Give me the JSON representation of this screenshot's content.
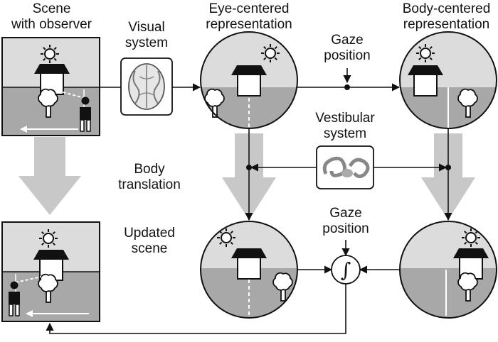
{
  "labels": {
    "scene_l1": "Scene",
    "scene_l2": "with observer",
    "visual_l1": "Visual",
    "visual_l2": "system",
    "eye_l1": "Eye-centered",
    "eye_l2": "representation",
    "body_l1": "Body-centered",
    "body_l2": "representation",
    "gaze_top_l1": "Gaze",
    "gaze_top_l2": "position",
    "vest_l1": "Vestibular",
    "vest_l2": "system",
    "trans_l1": "Body",
    "trans_l2": "translation",
    "upd_l1": "Updated",
    "upd_l2": "scene",
    "gaze_bot_l1": "Gaze",
    "gaze_bot_l2": "position",
    "integral": "∫"
  },
  "icons": {
    "visual": "brain-icon",
    "vestibular": "inner-ear-icon",
    "sun": "sun-icon",
    "house": "house-icon",
    "tree": "tree-icon",
    "observer": "person-icon"
  },
  "colors": {
    "sky": "#dcdcdc",
    "ground": "#a8a8a8",
    "big_arrow": "#c8c8c8",
    "line": "#111111"
  }
}
